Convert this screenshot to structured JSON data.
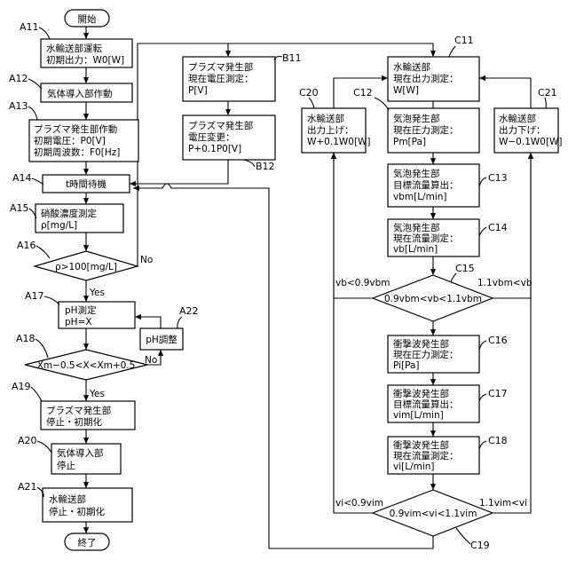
{
  "nodes": {
    "start": {
      "lines": [
        "開始"
      ]
    },
    "a11": {
      "ref": "A11",
      "lines": [
        "水輸送部運転",
        "初期出力：W0[W]"
      ]
    },
    "a12": {
      "ref": "A12",
      "lines": [
        "気体導入部作動"
      ]
    },
    "a13": {
      "ref": "A13",
      "lines": [
        "プラズマ発生部作動",
        "初期電圧：P0[V]",
        "初期周波数：F0[Hz]"
      ]
    },
    "a14": {
      "ref": "A14",
      "lines": [
        "t時間待機"
      ]
    },
    "a15": {
      "ref": "A15",
      "lines": [
        "硝酸濃度測定",
        "ρ[mg/L]"
      ]
    },
    "a16": {
      "ref": "A16",
      "lines": [
        "ρ>100[mg/L]"
      ]
    },
    "a17": {
      "ref": "A17",
      "lines": [
        "pH測定",
        "pH=X"
      ]
    },
    "a18": {
      "ref": "A18",
      "lines": [
        "Xm−0.5<X<Xm+0.5"
      ]
    },
    "a19": {
      "ref": "A19",
      "lines": [
        "プラズマ発生部",
        "停止・初期化"
      ]
    },
    "a20": {
      "ref": "A20",
      "lines": [
        "気体導入部",
        "停止"
      ]
    },
    "a21": {
      "ref": "A21",
      "lines": [
        "水輸送部",
        "停止・初期化"
      ]
    },
    "end": {
      "lines": [
        "終了"
      ]
    },
    "a22": {
      "ref": "A22",
      "lines": [
        "pH調整"
      ]
    },
    "b11": {
      "ref": "B11",
      "lines": [
        "プラズマ発生部",
        "現在電圧測定：",
        "P[V]"
      ]
    },
    "b12": {
      "ref": "B12",
      "lines": [
        "プラズマ発生部",
        "電圧変更：",
        "P+0.1P0[V]"
      ]
    },
    "c11": {
      "ref": "C11",
      "lines": [
        "水輸送部",
        "現在出力測定：",
        "W[W]"
      ]
    },
    "c12": {
      "ref": "C12",
      "lines": [
        "気泡発生部",
        "現在圧力測定：",
        "Pm[Pa]"
      ]
    },
    "c13": {
      "ref": "C13",
      "lines": [
        "気泡発生部",
        "目標流量算出：",
        "vbm[L/min]"
      ]
    },
    "c14": {
      "ref": "C14",
      "lines": [
        "気泡発生部",
        "現在流量測定：",
        "vb[L/min]"
      ]
    },
    "c15": {
      "ref": "C15",
      "lines": [
        "0.9vbm<vb<1.1vbm"
      ]
    },
    "c16": {
      "ref": "C16",
      "lines": [
        "衝撃波発生部",
        "現在圧力測定：",
        "Pi[Pa]"
      ]
    },
    "c17": {
      "ref": "C17",
      "lines": [
        "衝撃波発生部",
        "目標流量算出：",
        "vim[L/min]"
      ]
    },
    "c18": {
      "ref": "C18",
      "lines": [
        "衝撃波発生部",
        "現在流量測定：",
        "vi[L/min]"
      ]
    },
    "c19": {
      "ref": "C19",
      "lines": [
        "0.9vim<vi<1.1vim"
      ]
    },
    "c20": {
      "ref": "C20",
      "lines": [
        "水輸送部",
        "出力上げ：",
        "W+0.1W0[W]"
      ]
    },
    "c21": {
      "ref": "C21",
      "lines": [
        "水輸送部",
        "出力下げ：",
        "W−0.1W0[W]"
      ]
    }
  },
  "edge_labels": {
    "a16_no": "No",
    "a17_yes": "Yes",
    "a18_no": "No",
    "a19_yes": "Yes",
    "c15_left": "vb<0.9vbm",
    "c15_right": "1.1vbm<vb",
    "c19_left": "vi<0.9vim",
    "c19_right": "1.1vim<vi"
  }
}
